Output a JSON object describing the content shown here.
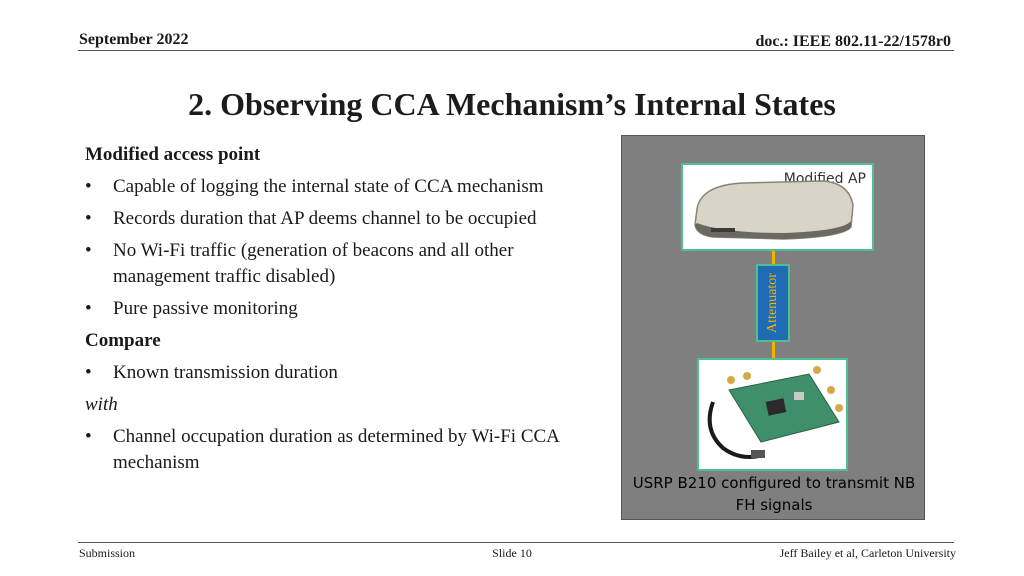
{
  "header": {
    "date": "September 2022",
    "doc": "doc.: IEEE 802.11-22/1578r0"
  },
  "title": "2. Observing CCA Mechanism’s Internal States",
  "content": {
    "heading1": "Modified access point",
    "bullets1": [
      "Capable of logging the internal state of CCA mechanism",
      "Records duration that AP deems channel to be occupied",
      "No Wi-Fi traffic (generation of beacons and all other management traffic disabled)",
      "Pure passive monitoring"
    ],
    "heading2": "Compare",
    "bullets2": [
      "Known transmission duration"
    ],
    "connector": "with",
    "bullets3": [
      "Channel occupation duration as determined by Wi-Fi CCA mechanism"
    ]
  },
  "figure": {
    "ap_label": "Modified AP",
    "attenuator_label": "Attenuator",
    "usrp_caption": "USRP B210 configured to transmit NB FH signals"
  },
  "footer": {
    "left": "Submission",
    "center": "Slide 10",
    "right": "Jeff Bailey et al, Carleton University"
  },
  "bullet_glyph": "•",
  "colors": {
    "figure_bg": "#7f7f7f",
    "box_border": "#4fbf8f",
    "link": "#f2b200",
    "attenuator": "#1f6bb4"
  }
}
